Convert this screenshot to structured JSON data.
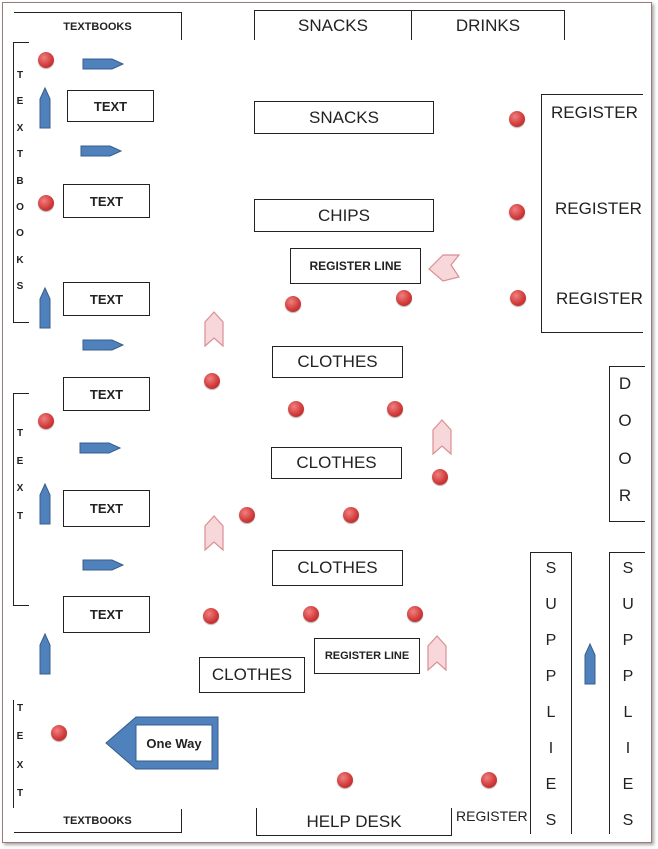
{
  "labels": {
    "textbooks": "TEXTBOOKS",
    "snacks": "SNACKS",
    "drinks": "DRINKS",
    "chips": "CHIPS",
    "register_line": "REGISTER LINE",
    "clothes": "CLOTHES",
    "text": "TEXT",
    "register": "REGISTER",
    "help_desk": "HELP DESK",
    "one_way": "One Way"
  },
  "vertical_labels": {
    "textbooks": [
      "T",
      "E",
      "X",
      "T",
      "B",
      "O",
      "O",
      "K",
      "S"
    ],
    "text": [
      "T",
      "E",
      "X",
      "T"
    ],
    "door": [
      "D",
      "O",
      "O",
      "R"
    ],
    "supplies": [
      "S",
      "U",
      "P",
      "P",
      "L",
      "I",
      "E",
      "S"
    ]
  },
  "colors": {
    "arrow_blue": "#4f81bd",
    "arrow_pink": "#f2c9cc",
    "dot_red": "#c0392b",
    "border": "#222222"
  },
  "icons": {
    "blue_right_arrow": "right-arrow-icon",
    "blue_up_arrow": "up-arrow-icon",
    "pink_up_arrow": "pink-up-arrow-icon",
    "pink_left_arrow": "pink-left-arrow-icon",
    "one_way_sign": "one-way-sign-icon",
    "marker": "red-dot-marker"
  }
}
